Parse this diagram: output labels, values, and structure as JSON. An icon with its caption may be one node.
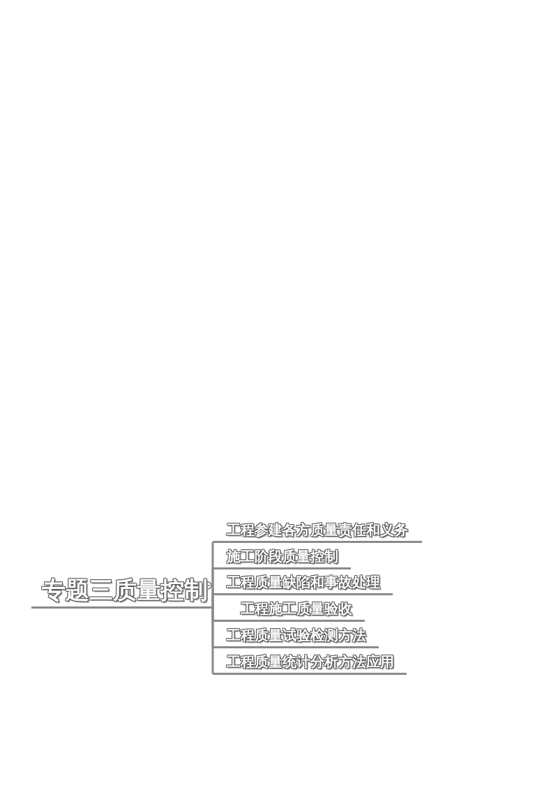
{
  "diagram": {
    "nodes": [
      {
        "text": [
          "专题三质量控制"
        ]
      },
      {
        "text": [
          "工程参建各方质量责任和义务"
        ]
      },
      {
        "text": [
          "施工阶段质量控制"
        ]
      },
      {
        "text": [
          "工程质量缺陷和事故处理"
        ]
      },
      {
        "text": [
          "工程施工质量验收"
        ]
      },
      {
        "text": [
          "工程质量试验检测方法"
        ]
      },
      {
        "text": [
          "工程质量统计分析方法应用"
        ]
      }
    ],
    "edges": [
      {
        "from": 0,
        "to": 1,
        "arrow": "none"
      },
      {
        "from": 0,
        "to": 2,
        "arrow": "none"
      },
      {
        "from": 0,
        "to": 3,
        "arrow": "none"
      },
      {
        "from": 0,
        "to": 4,
        "arrow": "none"
      },
      {
        "from": 0,
        "to": 5,
        "arrow": "none"
      },
      {
        "from": 0,
        "to": 6,
        "arrow": "none"
      }
    ]
  }
}
